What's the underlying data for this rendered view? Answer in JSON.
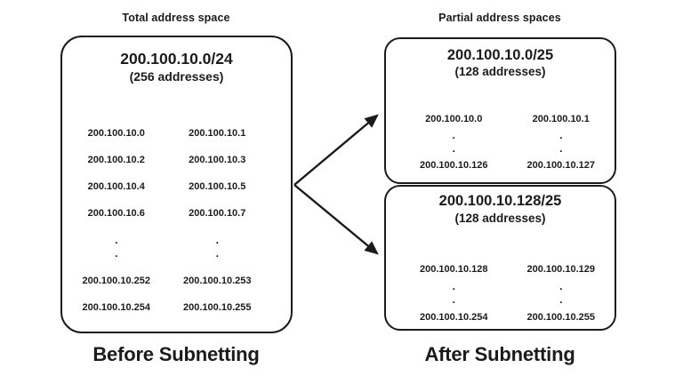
{
  "page": {
    "background_color": "#ffffff",
    "ink_color": "#1b1b1b"
  },
  "headers": {
    "total": "Total address space",
    "partial": "Partial address spaces"
  },
  "before": {
    "caption": "Before Subnetting",
    "box": {
      "cidr": "200.100.10.0/24",
      "count": "(256 addresses)",
      "rows": [
        [
          "200.100.10.0",
          "200.100.10.1"
        ],
        [
          "200.100.10.2",
          "200.100.10.3"
        ],
        [
          "200.100.10.4",
          "200.100.10.5"
        ],
        [
          "200.100.10.6",
          "200.100.10.7"
        ]
      ],
      "ellipsis": ".\n.",
      "tail": [
        [
          "200.100.10.252",
          "200.100.10.253"
        ],
        [
          "200.100.10.254",
          "200.100.10.255"
        ]
      ]
    }
  },
  "after": {
    "caption": "After Subnetting",
    "subnet1": {
      "cidr": "200.100.10.0/25",
      "count": "(128 addresses)",
      "first": [
        "200.100.10.0",
        "200.100.10.1"
      ],
      "ellipsis": ".\n.",
      "last": [
        "200.100.10.126",
        "200.100.10.127"
      ]
    },
    "subnet2": {
      "cidr": "200.100.10.128/25",
      "count": "(128 addresses)",
      "first": [
        "200.100.10.128",
        "200.100.10.129"
      ],
      "ellipsis": ".\n.",
      "last": [
        "200.100.10.254",
        "200.100.10.255"
      ]
    }
  }
}
